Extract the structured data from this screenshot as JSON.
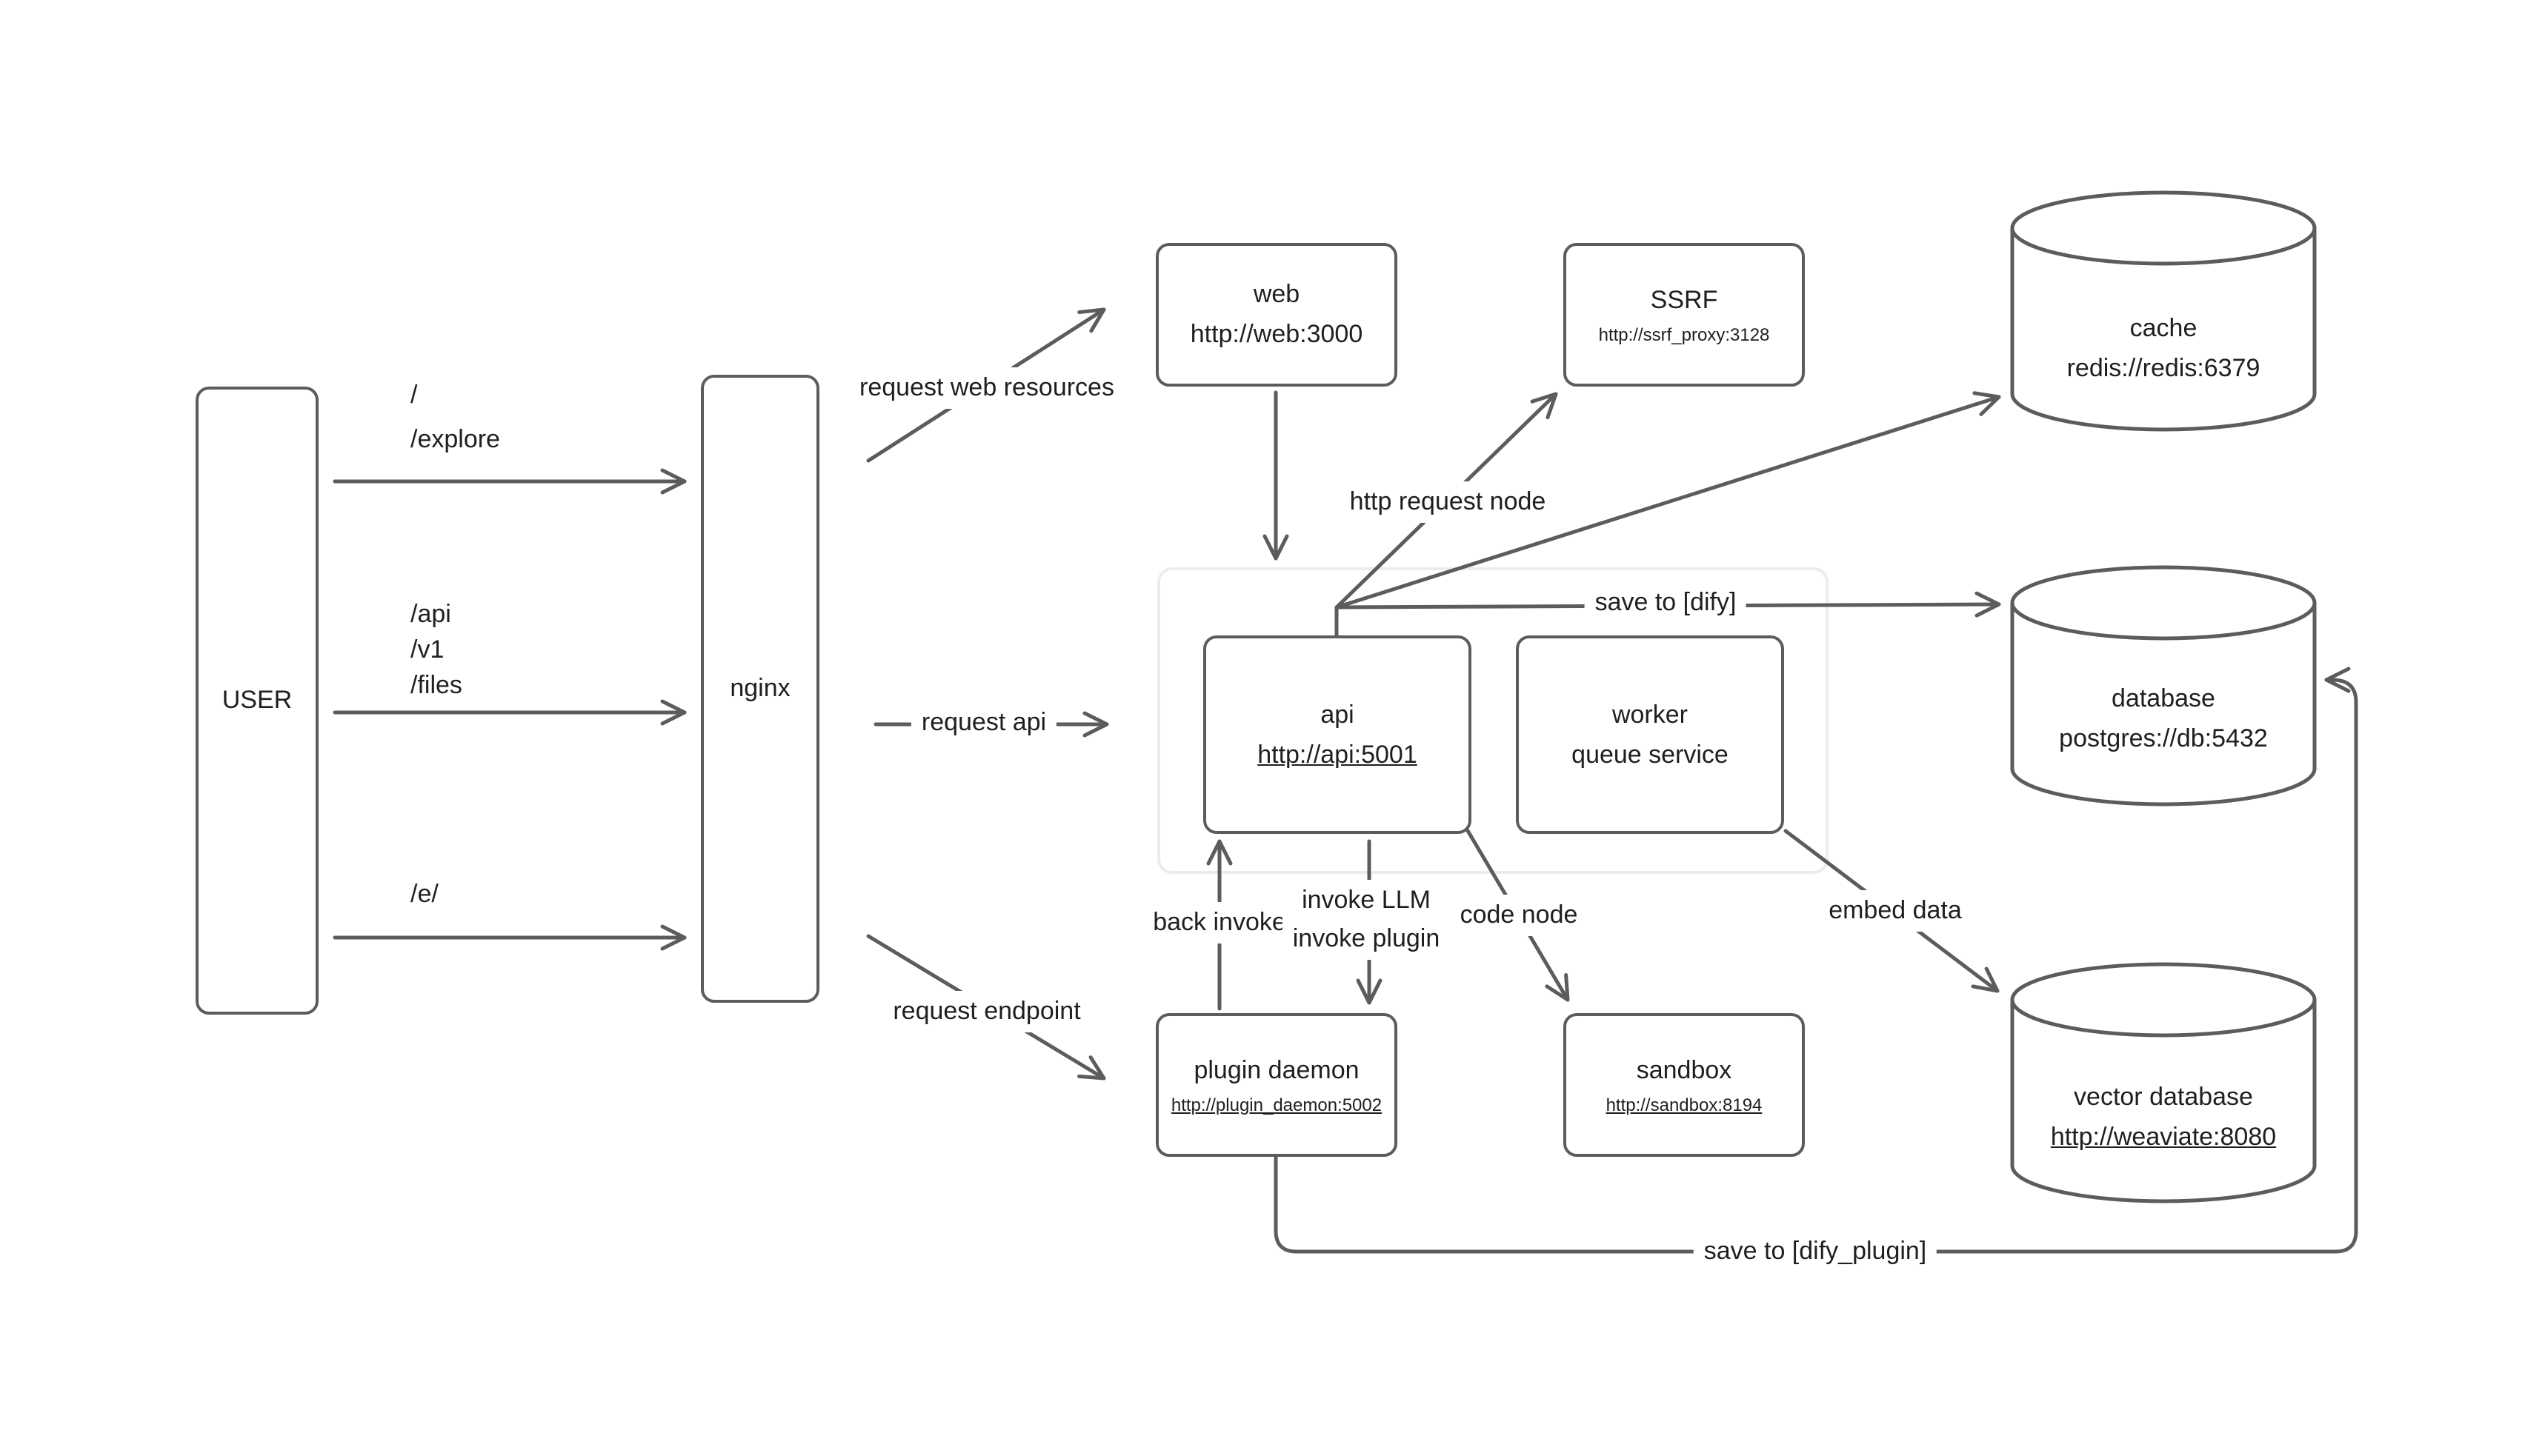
{
  "colors": {
    "stroke": "#5c5c5c",
    "text": "#1f1f1f",
    "group_border": "#ececec",
    "background": "#ffffff"
  },
  "nodes": {
    "user": {
      "label": "USER"
    },
    "nginx": {
      "label": "nginx"
    },
    "web": {
      "label": "web",
      "url": "http://web:3000"
    },
    "ssrf": {
      "label": "SSRF",
      "url": "http://ssrf_proxy:3128"
    },
    "cache": {
      "label": "cache",
      "url": "redis://redis:6379"
    },
    "api": {
      "label": "api",
      "url": "http://api:5001"
    },
    "worker": {
      "label": "worker",
      "sublabel": "queue service"
    },
    "database": {
      "label": "database",
      "url": "postgres://db:5432"
    },
    "plugin_daemon": {
      "label": "plugin daemon",
      "url": "http://plugin_daemon:5002"
    },
    "sandbox": {
      "label": "sandbox",
      "url": "http://sandbox:8194"
    },
    "vector_database": {
      "label": "vector database",
      "url": "http://weaviate:8080"
    }
  },
  "edge_labels": {
    "routes_web": "/\n/explore",
    "routes_api": "/api\n/v1\n/files",
    "routes_plugin": "/e/",
    "request_web_resources": "request web resources",
    "request_api": "request api",
    "request_endpoint": "request endpoint",
    "http_request_node": "http request node",
    "save_to_dify": "save to [dify]",
    "back_invoke": "back invoke",
    "invoke_llm_plugin": "invoke LLM\ninvoke plugin",
    "code_node": "code node",
    "embed_data": "embed data",
    "save_to_dify_plugin": "save to [dify_plugin]"
  }
}
